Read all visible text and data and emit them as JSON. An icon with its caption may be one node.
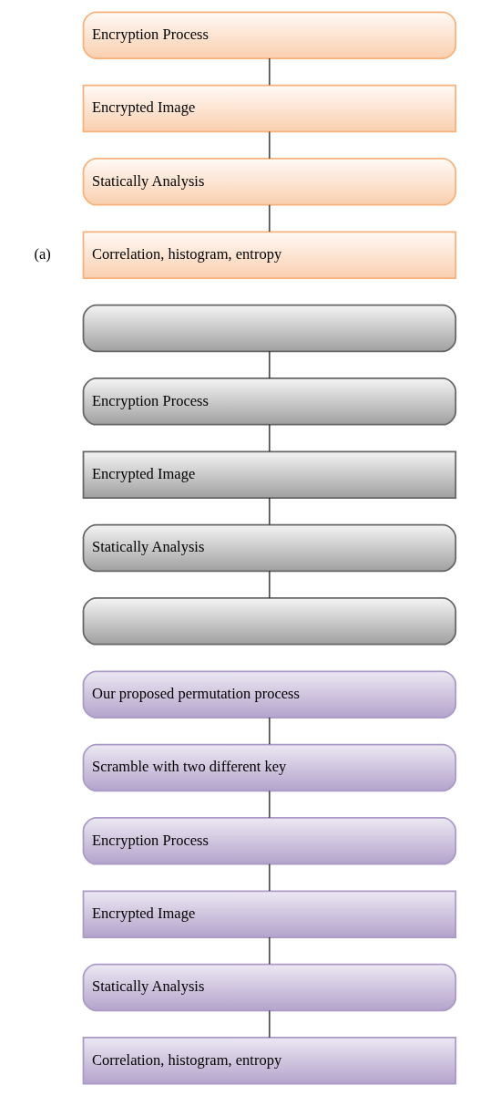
{
  "diagram": {
    "nodes": [
      {
        "text": [
          "Encryption Process"
        ]
      },
      {
        "text": [
          "Encrypted Image"
        ]
      },
      {
        "text": [
          "Statically Analysis"
        ]
      },
      {
        "text": [
          "Correlation, histogram, entropy"
        ]
      },
      {
        "text": [],
        "shape": "box"
      },
      {
        "text": [
          "Encryption Process"
        ]
      },
      {
        "text": [
          "Encrypted Image"
        ]
      },
      {
        "text": [
          "Statically Analysis"
        ]
      },
      {
        "text": [],
        "shape": "box"
      },
      {
        "text": [
          "Our proposed permutation process"
        ]
      },
      {
        "text": [
          "Scramble with two different key"
        ]
      },
      {
        "text": [
          "Encryption Process"
        ]
      },
      {
        "text": [
          "Encrypted Image"
        ]
      },
      {
        "text": [
          "Statically Analysis"
        ]
      },
      {
        "text": [
          "Correlation, histogram, entropy"
        ]
      }
    ],
    "edges": [
      {
        "from": 0,
        "to": 1,
        "arrow": "none"
      },
      {
        "from": 1,
        "to": 2,
        "arrow": "none"
      },
      {
        "from": 2,
        "to": 3,
        "arrow": "none"
      },
      {
        "from": 4,
        "to": 5,
        "arrow": "none"
      },
      {
        "from": 5,
        "to": 6,
        "arrow": "none"
      },
      {
        "from": 6,
        "to": 7,
        "arrow": "none"
      },
      {
        "from": 7,
        "to": 8,
        "arrow": "none"
      },
      {
        "from": 9,
        "to": 10,
        "arrow": "none"
      },
      {
        "from": 10,
        "to": 11,
        "arrow": "none"
      },
      {
        "from": 11,
        "to": 12,
        "arrow": "none"
      },
      {
        "from": 12,
        "to": 13,
        "arrow": "none"
      },
      {
        "from": 13,
        "to": 14,
        "arrow": "none"
      }
    ],
    "labels": [
      "(a)"
    ]
  }
}
